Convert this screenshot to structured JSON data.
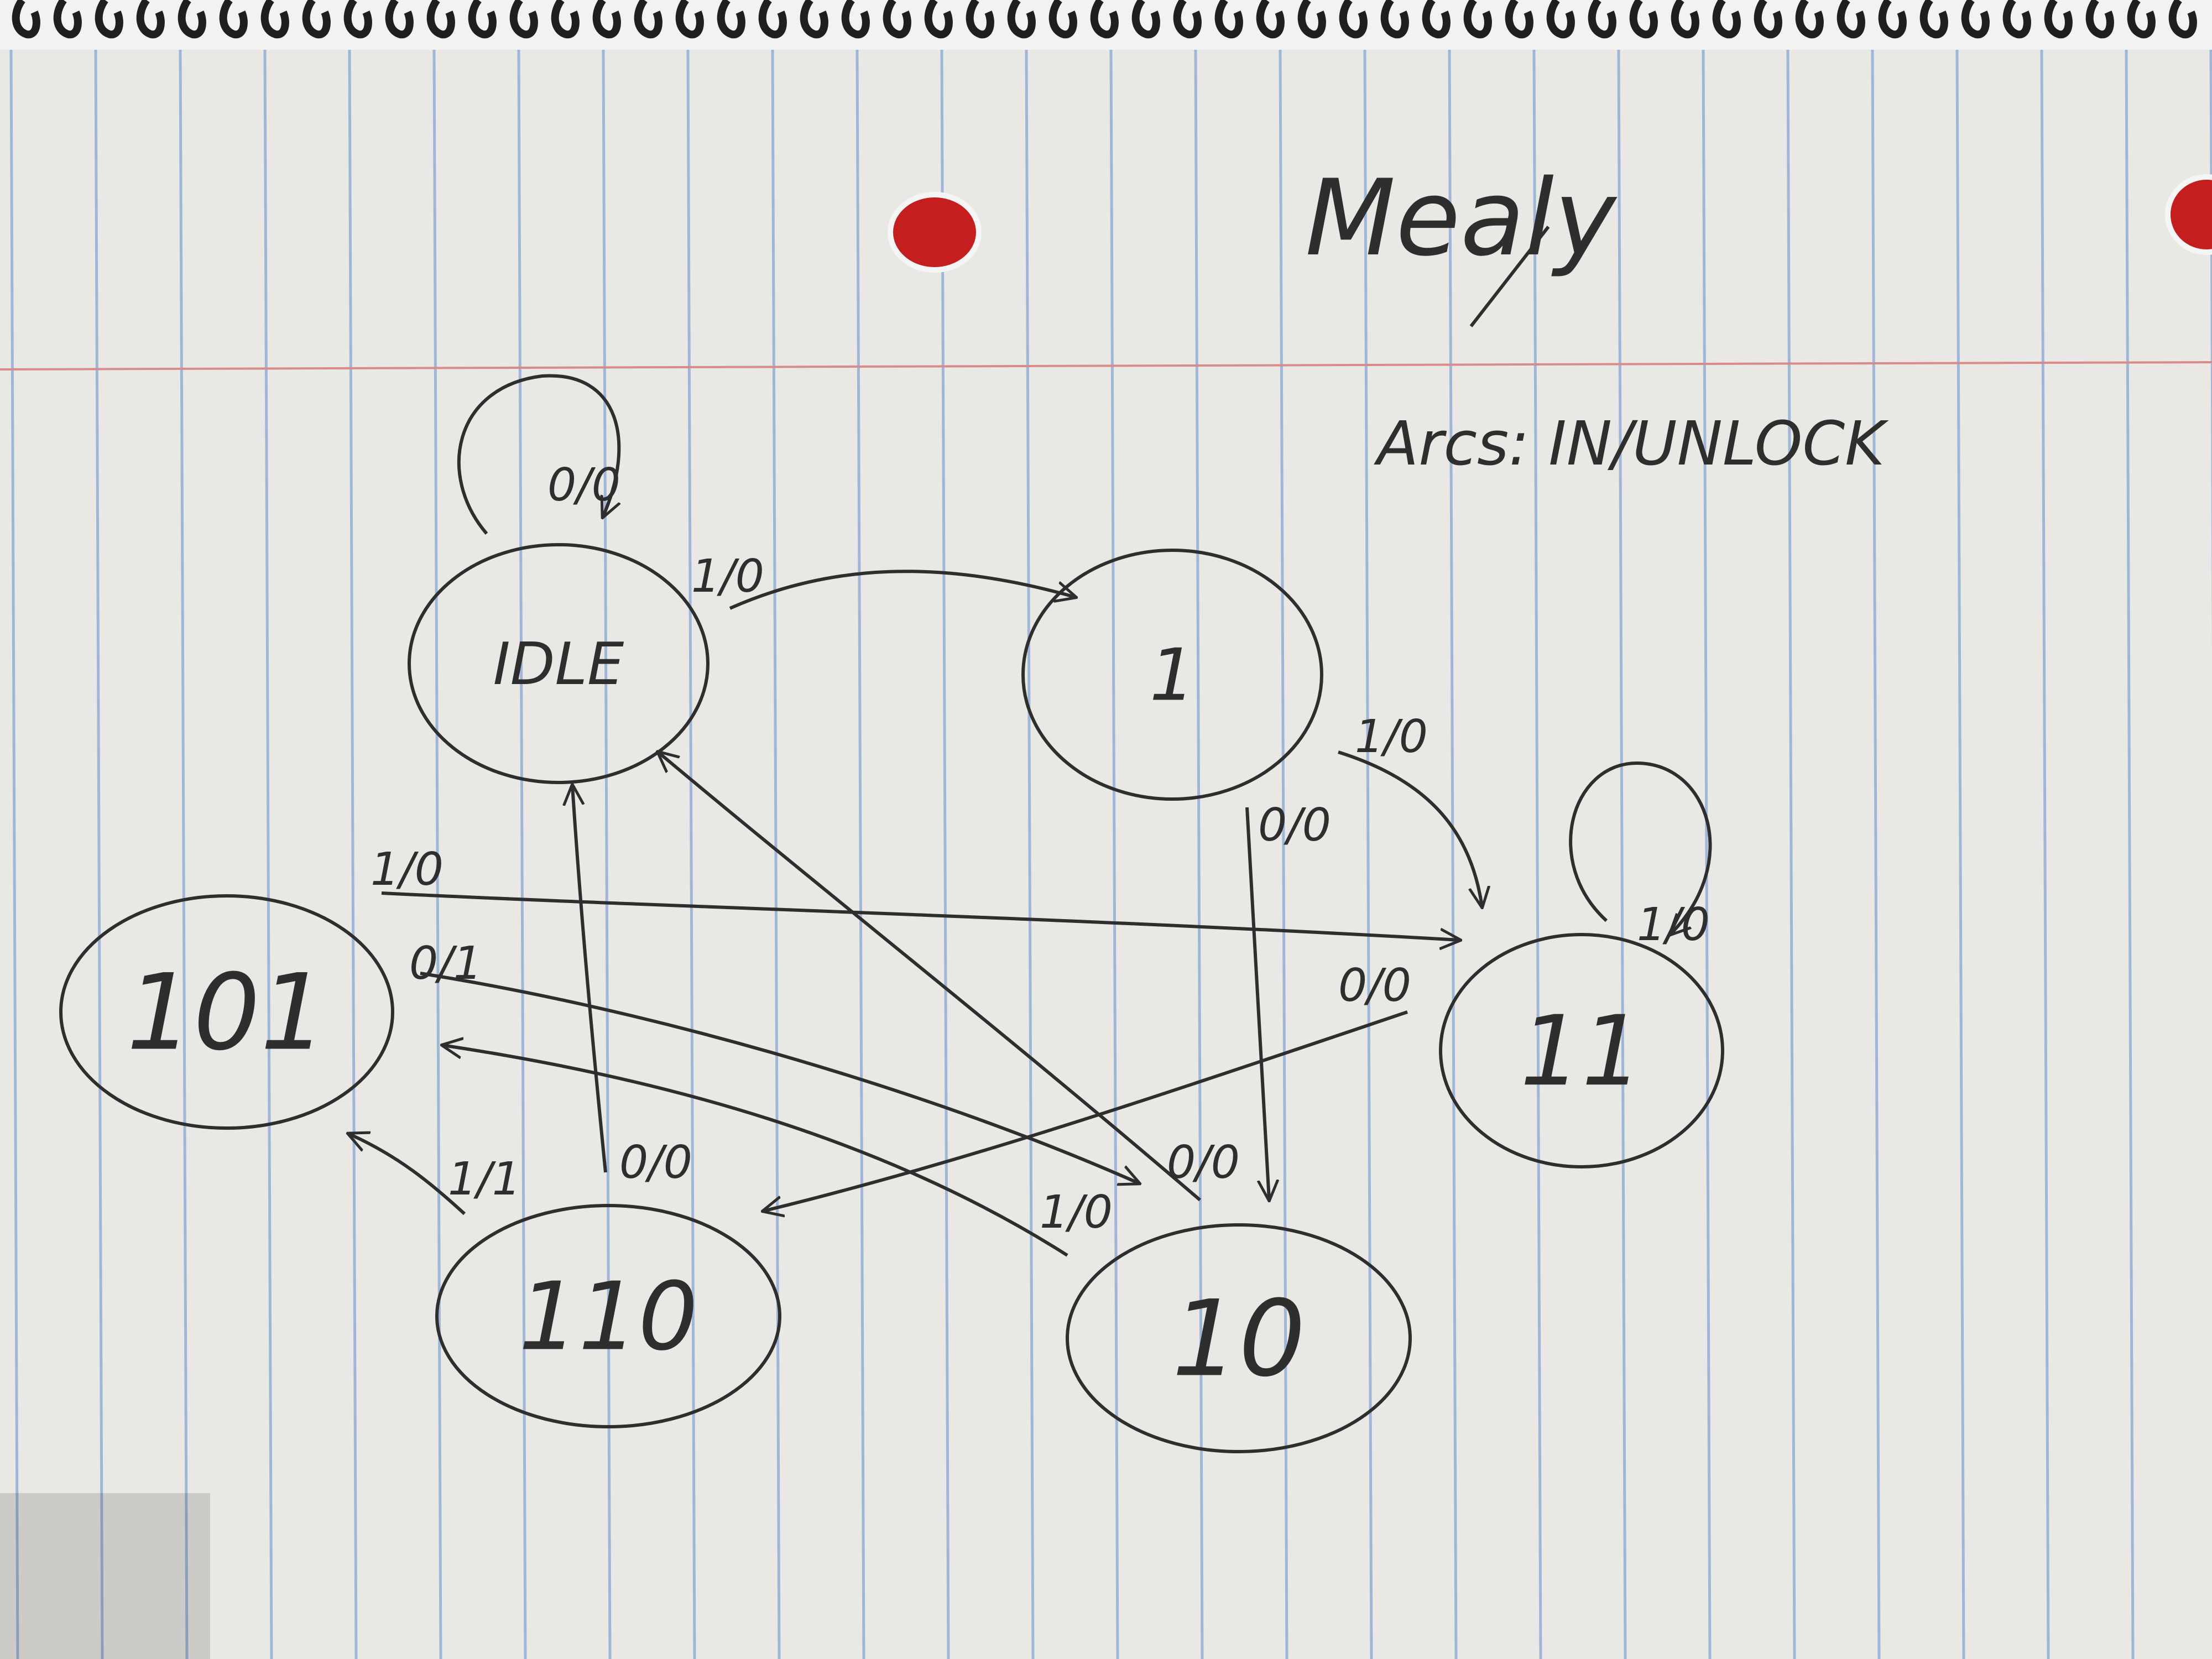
{
  "page": {
    "title": "Mealy",
    "arcs_legend": "Arcs: IN/UNLOCK"
  },
  "diagram": {
    "states": [
      {
        "id": "IDLE",
        "label": "IDLE"
      },
      {
        "id": "S1",
        "label": "1"
      },
      {
        "id": "S11",
        "label": "11"
      },
      {
        "id": "S10",
        "label": "10"
      },
      {
        "id": "S110",
        "label": "110"
      },
      {
        "id": "S101",
        "label": "101"
      }
    ],
    "transitions": [
      {
        "from": "IDLE",
        "to": "IDLE",
        "label": "0/0"
      },
      {
        "from": "IDLE",
        "to": "S1",
        "label": "1/0"
      },
      {
        "from": "S1",
        "to": "S11",
        "label": "1/0"
      },
      {
        "from": "S1",
        "to": "S10",
        "label": "0/0"
      },
      {
        "from": "S11",
        "to": "S11",
        "label": "1/0"
      },
      {
        "from": "S11",
        "to": "S110",
        "label": "0/0"
      },
      {
        "from": "S10",
        "to": "IDLE",
        "label": "0/0"
      },
      {
        "from": "S10",
        "to": "S101",
        "label": "1/0"
      },
      {
        "from": "S101",
        "to": "S11",
        "label": "1/0"
      },
      {
        "from": "S101",
        "to": "S10",
        "label": "0/1"
      },
      {
        "from": "S110",
        "to": "IDLE",
        "label": "0/0"
      },
      {
        "from": "S110",
        "to": "S101",
        "label": "1/1"
      }
    ]
  },
  "colors": {
    "paper": "#e9e8e4",
    "blue_rule": "#9fb6d8",
    "red_margin": "#d98a8a",
    "ink": "#2e2e2e",
    "punch_hole": "#c41e1e"
  }
}
